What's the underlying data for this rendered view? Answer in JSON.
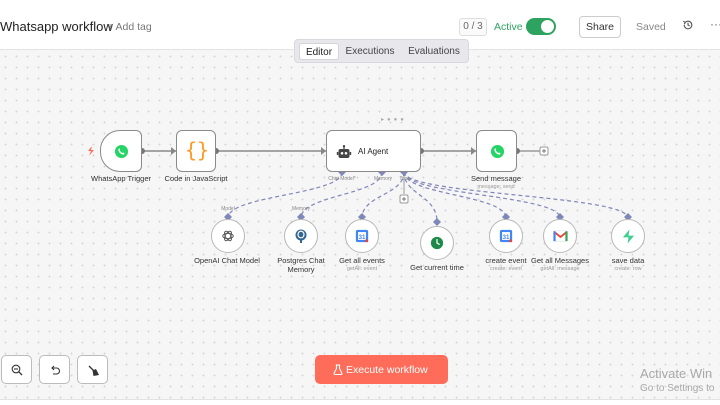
{
  "header": {
    "title": "Whatsapp workflow",
    "add_tag": "+ Add tag",
    "counter": "0 / 3",
    "active_label": "Active",
    "active": true,
    "share": "Share",
    "saved": "Saved",
    "more": "···"
  },
  "tabs": {
    "editor": "Editor",
    "executions": "Executions",
    "evaluations": "Evaluations",
    "selected": "Editor"
  },
  "nodes": {
    "whatsapp_trigger": {
      "label": "WhatsApp Trigger",
      "icon": "whatsapp-icon"
    },
    "code_js": {
      "label": "Code in JavaScript",
      "icon": "curly-braces-icon"
    },
    "ai_agent": {
      "label": "AI Agent",
      "icon": "robot-icon",
      "ports": {
        "chat_model": "Chat Model*",
        "memory": "Memory",
        "tool": "Tool"
      }
    },
    "send_message": {
      "label": "Send message",
      "sub": "message: send",
      "icon": "whatsapp-icon"
    },
    "openai_chat": {
      "label": "OpenAI Chat Model",
      "icon": "openai-icon",
      "port": "Model"
    },
    "postgres_memory": {
      "label_1": "Postgres Chat",
      "label_2": "Memory",
      "icon": "postgres-icon",
      "port": "Memory"
    },
    "get_all_events": {
      "label": "Get all events",
      "sub": "getAll: event",
      "icon": "google-calendar-icon"
    },
    "get_current_time": {
      "label": "Get current time",
      "icon": "clock-icon"
    },
    "create_event": {
      "label": "create event",
      "sub": "create: event",
      "icon": "google-calendar-icon"
    },
    "get_all_messages": {
      "label": "Get all Messages",
      "sub": "getAll: message",
      "icon": "gmail-icon"
    },
    "save_data": {
      "label": "save data",
      "sub": "create: row",
      "icon": "supabase-icon"
    }
  },
  "toolbar": {
    "zoom": "zoom-out-icon",
    "undo": "undo-icon",
    "tidy": "broom-icon"
  },
  "execute": {
    "label": "Execute workflow",
    "icon": "flask-icon"
  },
  "watermark": {
    "line1": "Activate Win",
    "line2": "Go to Settings to"
  },
  "colors": {
    "accent": "#ff6d5a",
    "active": "#2ea35f",
    "whatsapp": "#25d366"
  }
}
